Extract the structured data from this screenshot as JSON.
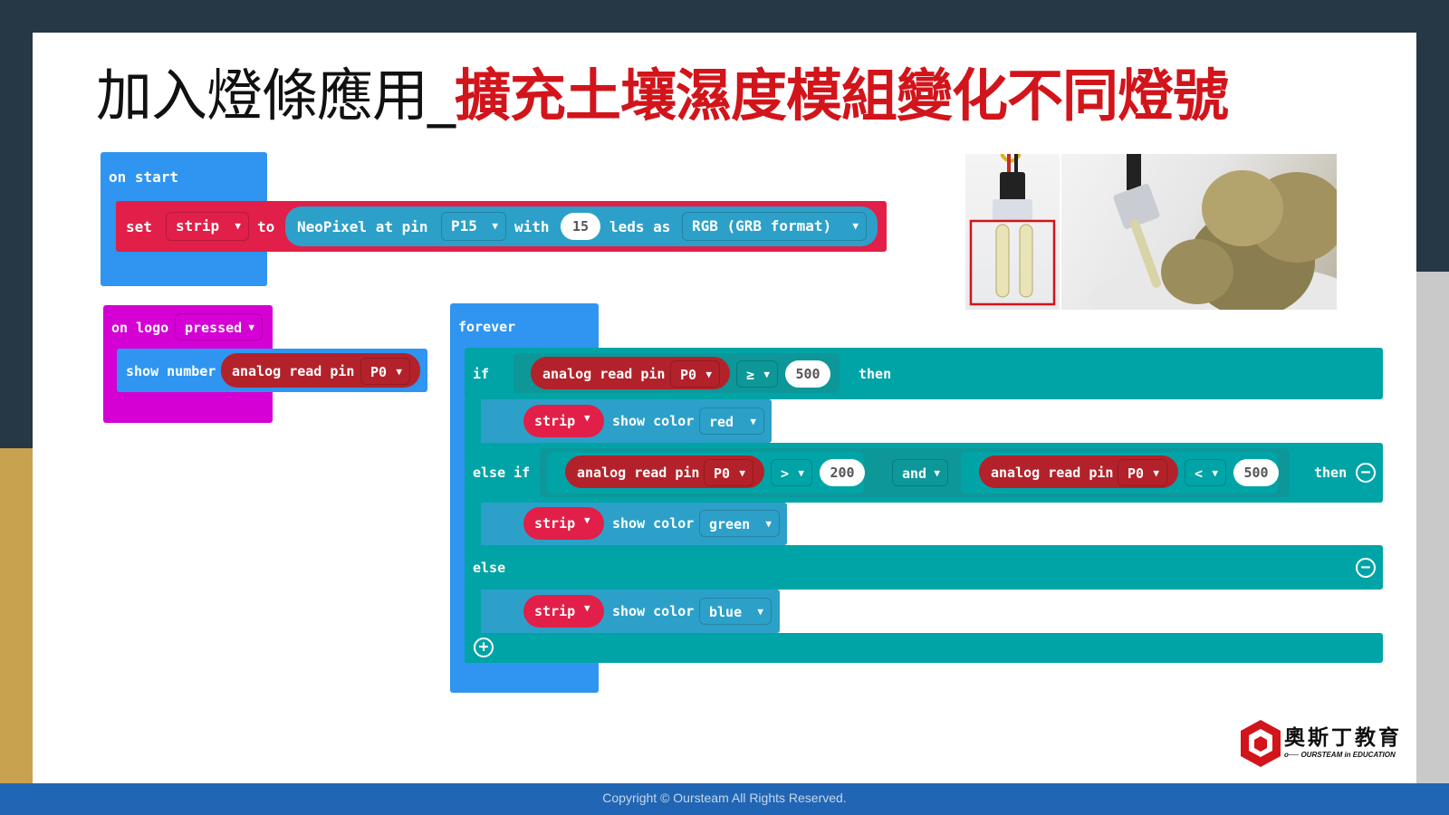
{
  "slide": {
    "title_black": "加入燈條應用_",
    "title_red": "擴充土壤濕度模組變化不同燈號",
    "footer": "Copyright © Oursteam All Rights Reserved.",
    "logo_cn": "奧斯丁教育",
    "logo_en": "OURSTEAM in EDUCATION"
  },
  "colors": {
    "event_blue": "#2f95f0",
    "neopixel_red": "#e11f48",
    "neopixel_teal": "#2ca0c9",
    "pins_red": "#b3222a",
    "logic_teal": "#00a4a6",
    "input_magenta": "#d400d4",
    "title_red": "#d2141b"
  },
  "on_start": {
    "hat": "on start",
    "set": "set",
    "var": "strip",
    "to": "to",
    "neopixel": "NeoPixel at pin",
    "pin": "P15",
    "with": "with",
    "leds": "15",
    "leds_as": "leds as",
    "format": "RGB (GRB format)"
  },
  "on_logo": {
    "on": "on logo",
    "event": "pressed",
    "show_number": "show number",
    "read": "analog read pin",
    "pin": "P0"
  },
  "forever": {
    "hat": "forever",
    "if": "if",
    "then": "then",
    "else_if": "else if",
    "else": "else",
    "and": "and",
    "read": "analog read pin",
    "pin": "P0",
    "cond1": {
      "op": "≥",
      "value": "500"
    },
    "cond2a": {
      "op": ">",
      "value": "200"
    },
    "cond2b": {
      "op": "<",
      "value": "500"
    },
    "strip": "strip",
    "show_color": "show color",
    "color_red": "red",
    "color_green": "green",
    "color_blue": "blue"
  }
}
